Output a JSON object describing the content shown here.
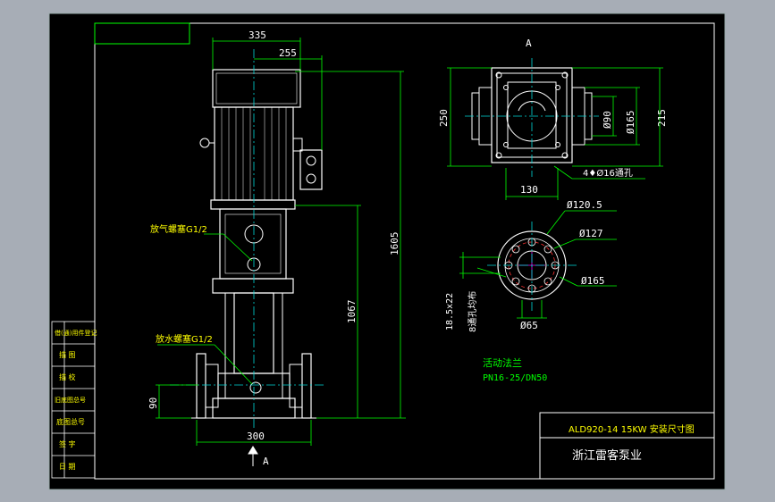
{
  "colors": {
    "canvas_bg": "#a7adb6",
    "paper": "#000000",
    "line": "#ffffff",
    "dim": "#00ff00",
    "center": "#00d8d8",
    "label": "#ffff00",
    "hole": "#ff3030",
    "shaft": "#ff00ff"
  },
  "dimensions": {
    "d335": "335",
    "d255": "255",
    "d1605": "1605",
    "d1067": "1067",
    "d300": "300",
    "d90_left": "90",
    "d250": "250",
    "d130": "130",
    "d90_inner": "Ø90",
    "d165_top": "Ø165",
    "d215": "215",
    "holes_top": "4♦Ø16通孔",
    "d120": "Ø120.5",
    "d127": "Ø127",
    "d165_flange": "Ø165",
    "d65": "Ø65",
    "d18": "18.5x22",
    "holes_flange": "8通孔均布"
  },
  "labels": {
    "view_a_top": "A",
    "view_a_bottom": "A",
    "vent_plug": "放气螺塞G1/2",
    "drain_plug": "放水螺塞G1/2",
    "flange_title": "活动法兰",
    "flange_spec": "PN16-25/DN50"
  },
  "title_block": {
    "drawing_title": "ALD920-14 15KW 安装尺寸图",
    "company": "浙江雷客泵业"
  },
  "side_table": [
    "借(通)用件登记",
    "描 图",
    "描 校",
    "旧底图总号",
    "底图总号",
    "签 字",
    "日 期"
  ]
}
